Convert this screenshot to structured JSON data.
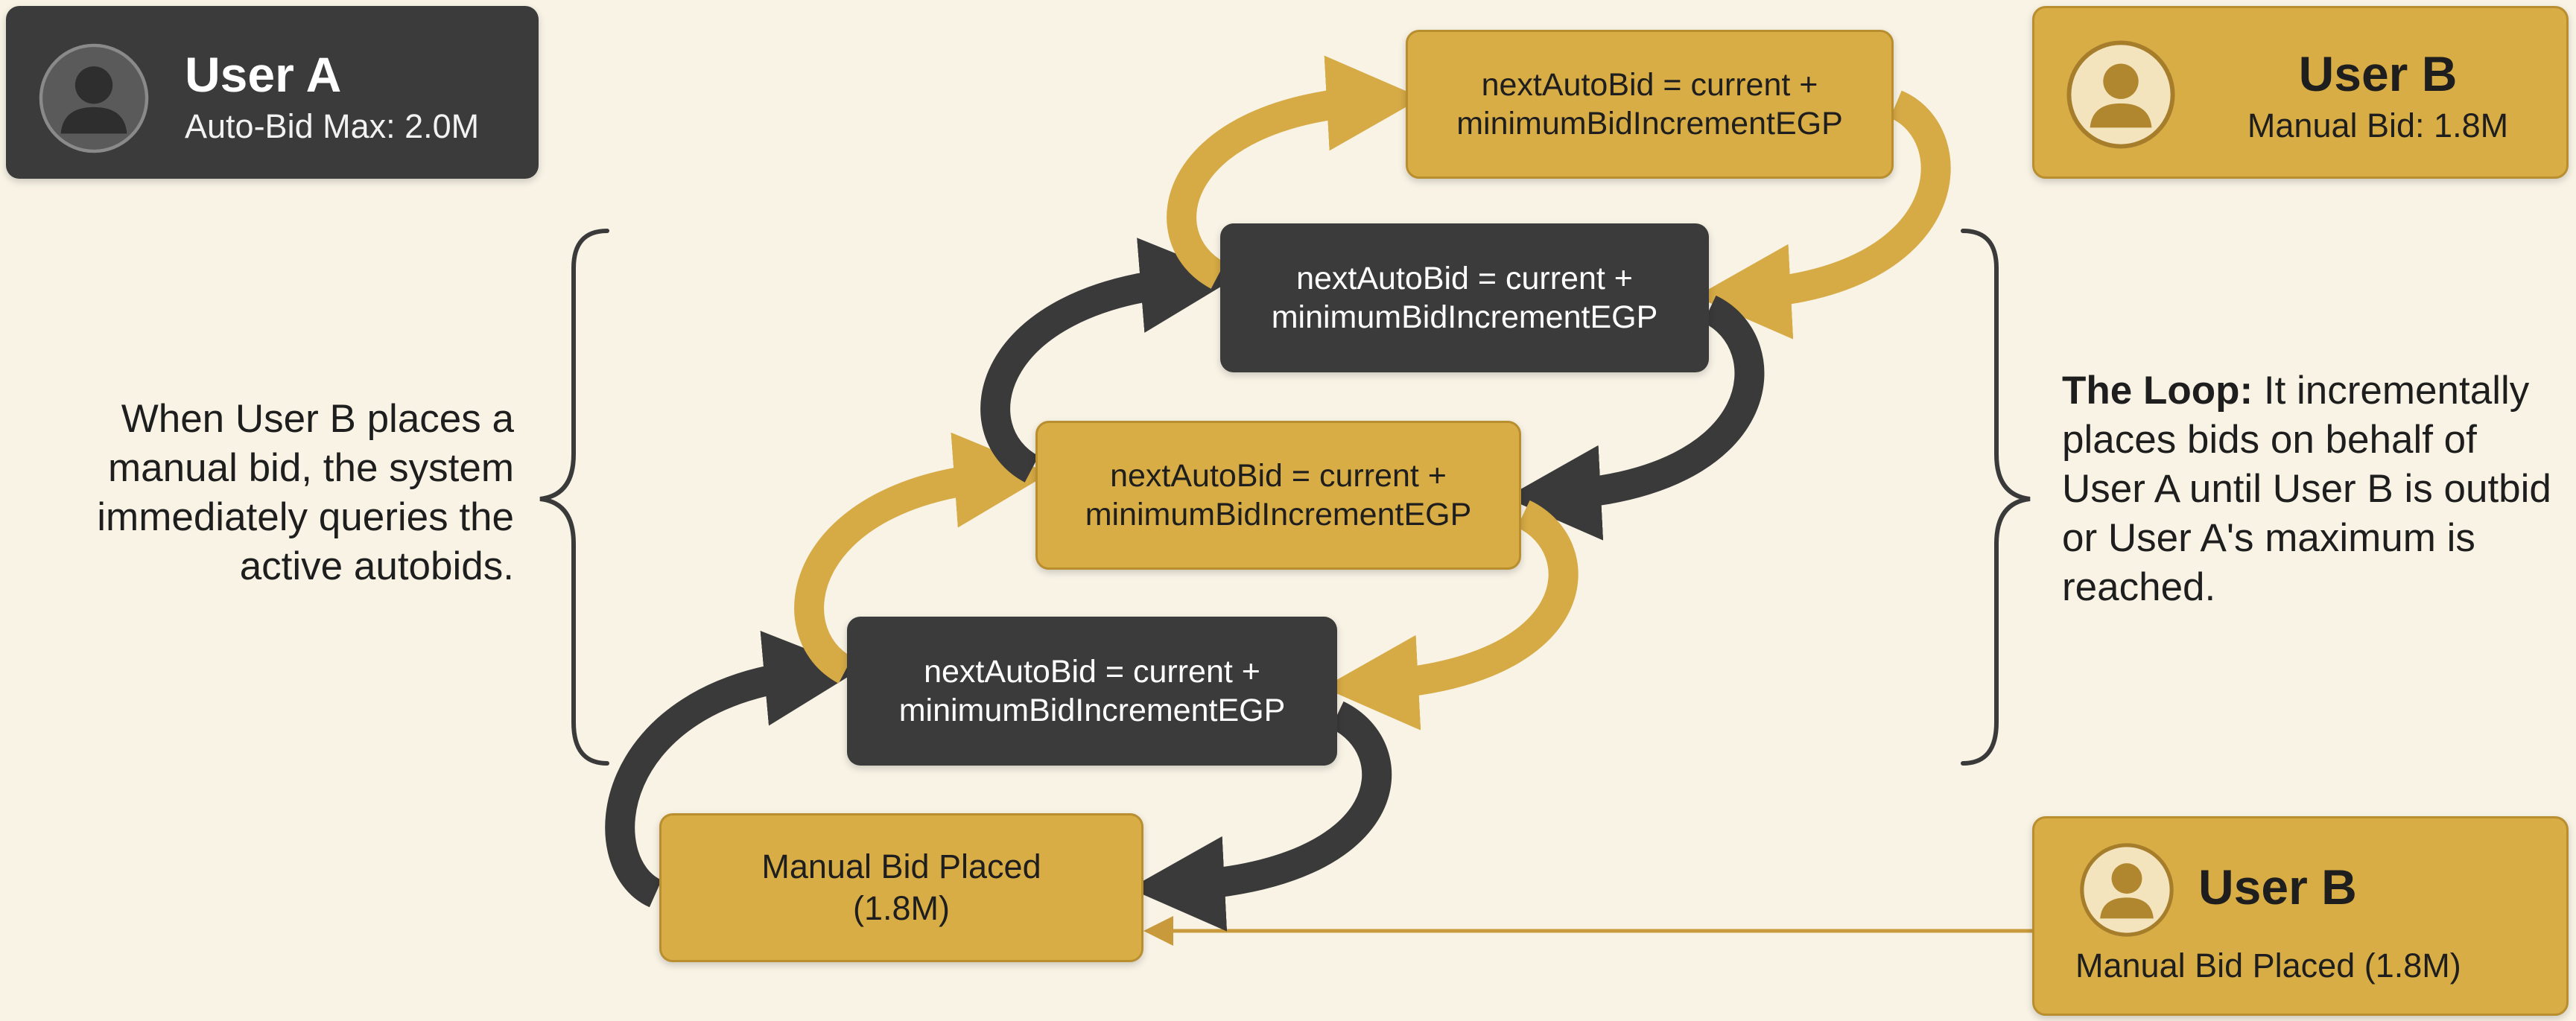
{
  "user_a": {
    "name": "User A",
    "subtitle": "Auto-Bid Max: 2.0M"
  },
  "user_b_top": {
    "name": "User B",
    "subtitle": "Manual Bid: 1.8M"
  },
  "user_b_bottom": {
    "name": "User B",
    "subtitle": "Manual Bid Placed (1.8M)"
  },
  "loop_steps": [
    {
      "line1": "nextAutoBid = current +",
      "line2": "minimumBidIncrementEGP"
    },
    {
      "line1": "nextAutoBid = current +",
      "line2": "minimumBidIncrementEGP"
    },
    {
      "line1": "nextAutoBid = current +",
      "line2": "minimumBidIncrementEGP"
    },
    {
      "line1": "nextAutoBid = current +",
      "line2": "minimumBidIncrementEGP"
    }
  ],
  "start_step": {
    "line1": "Manual Bid Placed",
    "line2": "(1.8M)"
  },
  "left_note": "When User B places a manual bid, the system immediately queries the active autobids.",
  "right_note": {
    "title": "The Loop:",
    "body": "It incrementally places bids on behalf of User A until User B is outbid or User A's maximum is reached."
  },
  "colors": {
    "background": "#f8f3e5",
    "dark_card": "#3b3b3b",
    "gold_card": "#d9ad45",
    "gold_arrow": "#d6aa45",
    "dark_arrow": "#3a3a3a",
    "connector": "#c99a3c"
  }
}
